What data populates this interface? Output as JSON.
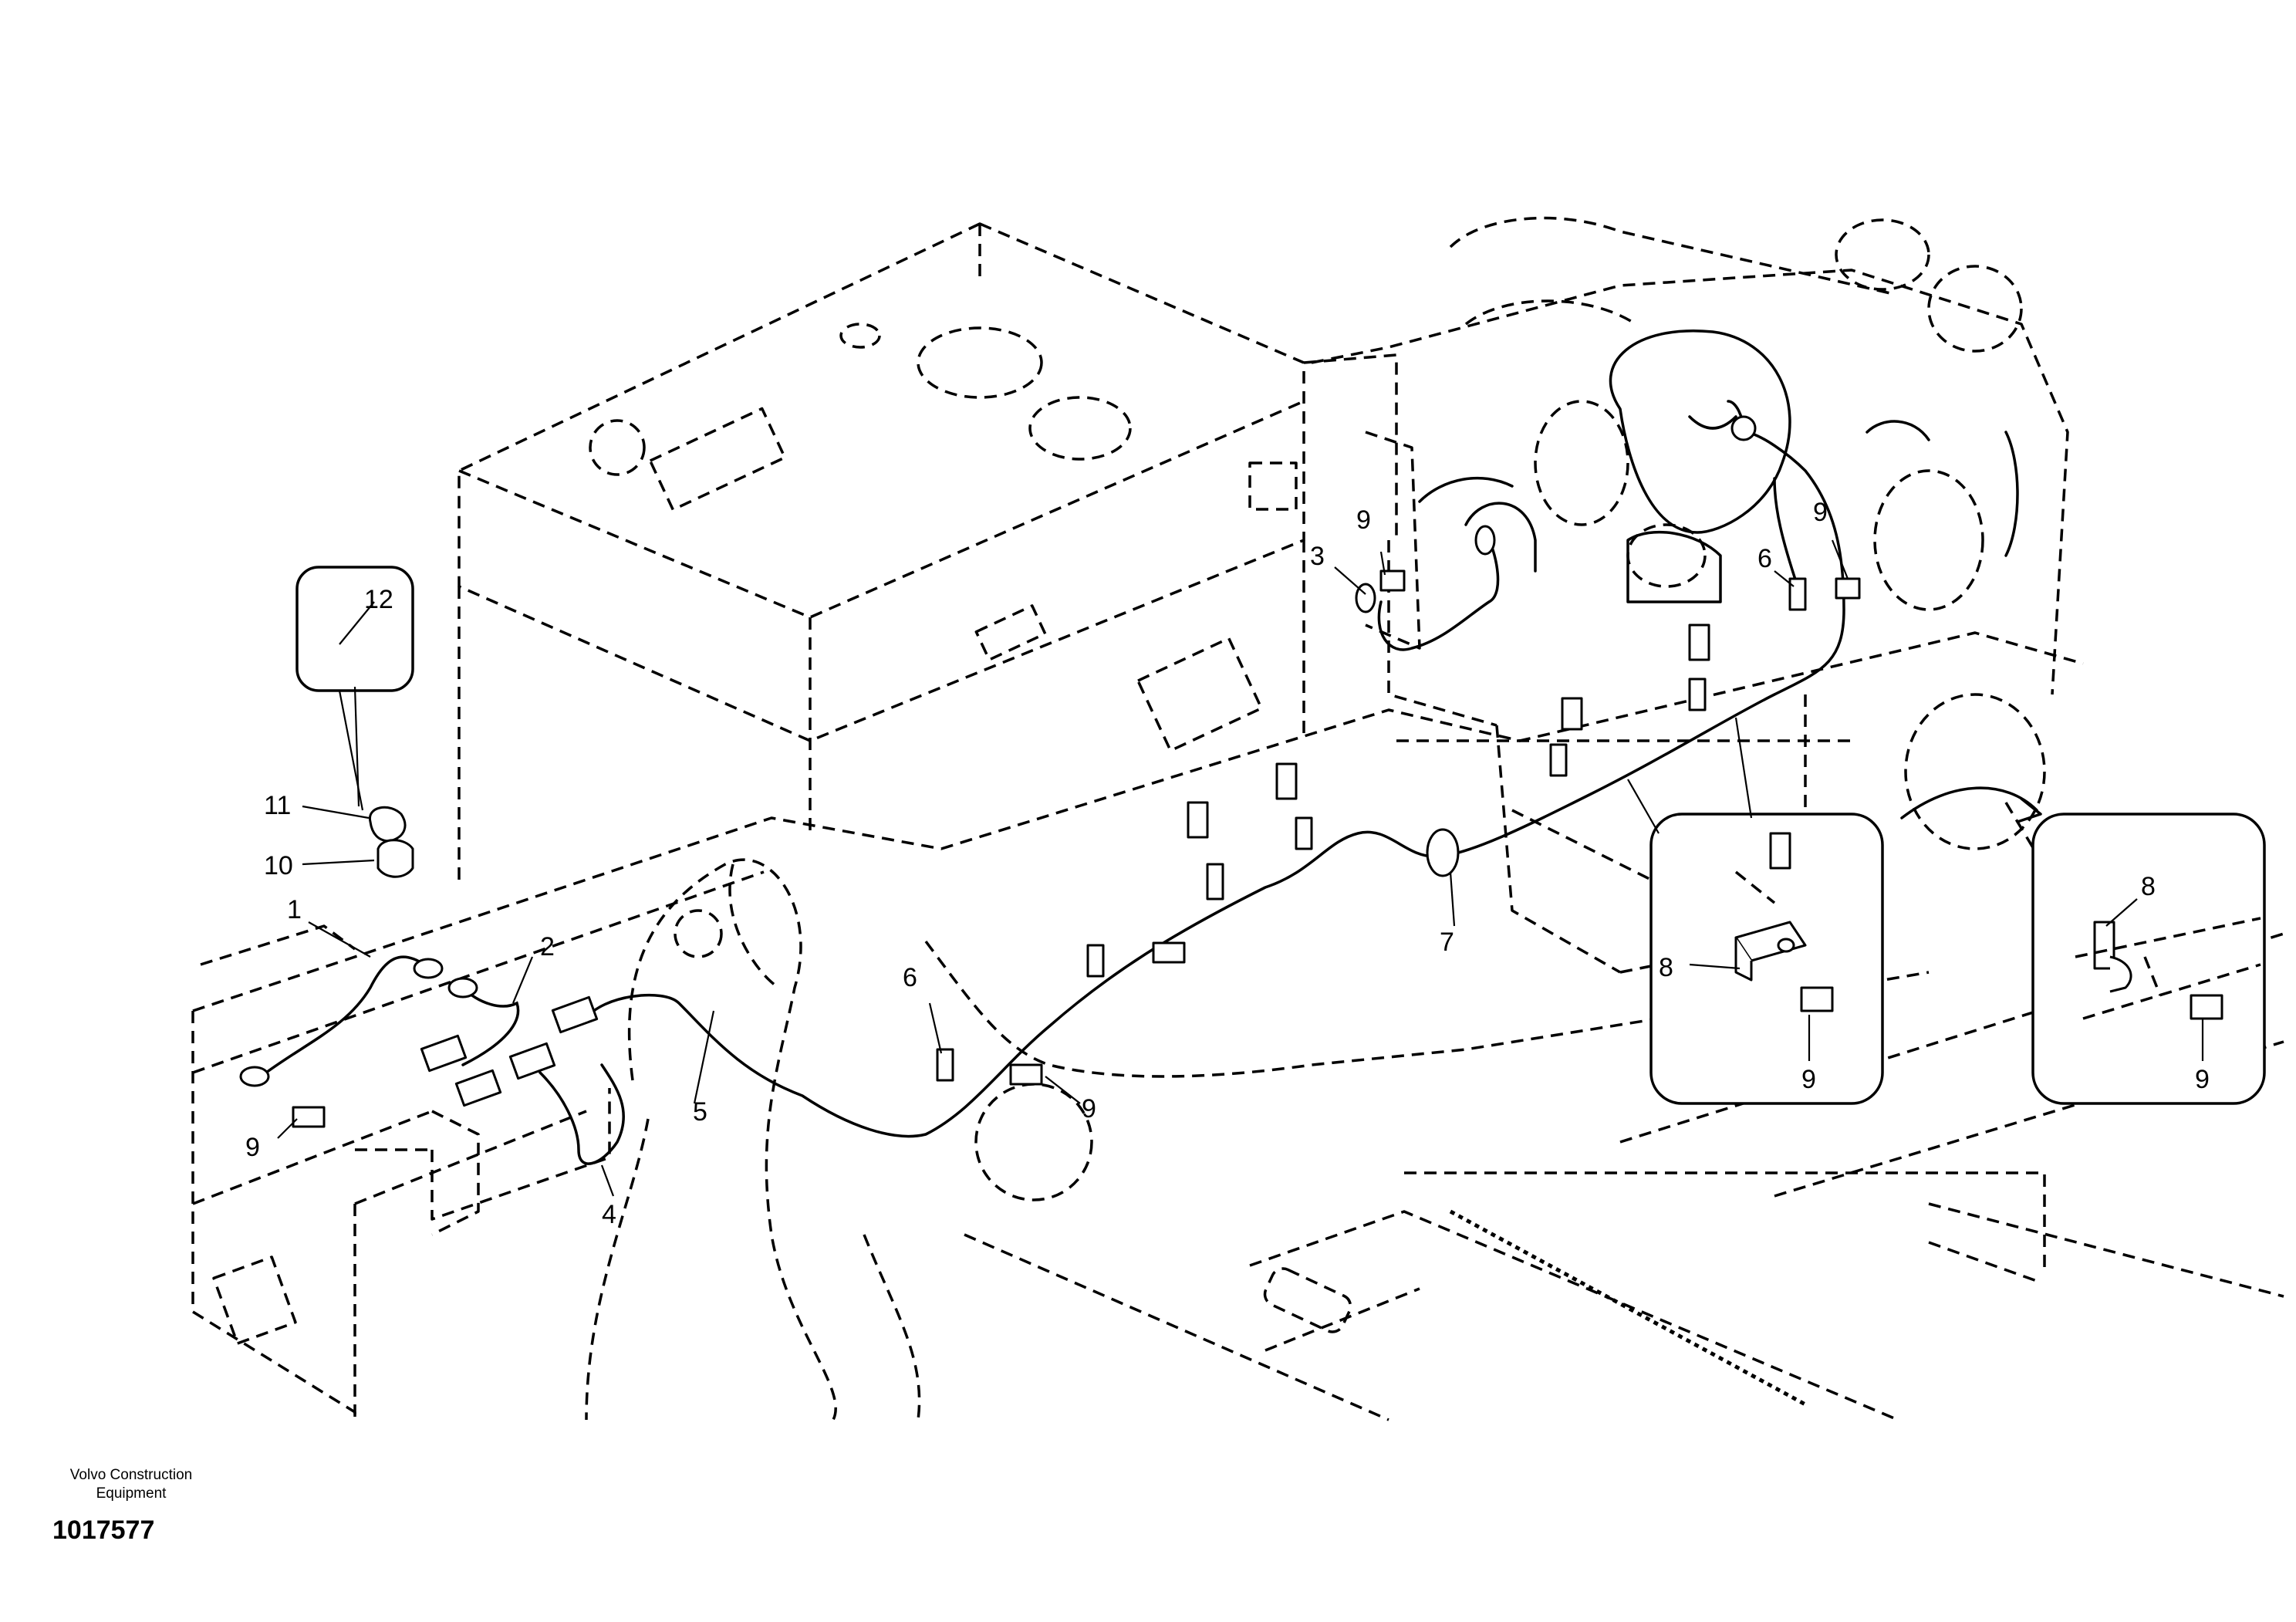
{
  "footer": {
    "brand_line1": "Volvo Construction",
    "brand_line2": "Equipment",
    "doc_number": "1017577"
  },
  "callouts": {
    "c1": "1",
    "c2": "2",
    "c3": "3",
    "c4": "4",
    "c5": "5",
    "c6a": "6",
    "c6b": "6",
    "c7": "7",
    "c8a": "8",
    "c8b": "8",
    "c9a": "9",
    "c9b": "9",
    "c9c": "9",
    "c9d": "9",
    "c9e": "9",
    "c9f": "9",
    "c10": "10",
    "c11": "11",
    "c12": "12"
  }
}
